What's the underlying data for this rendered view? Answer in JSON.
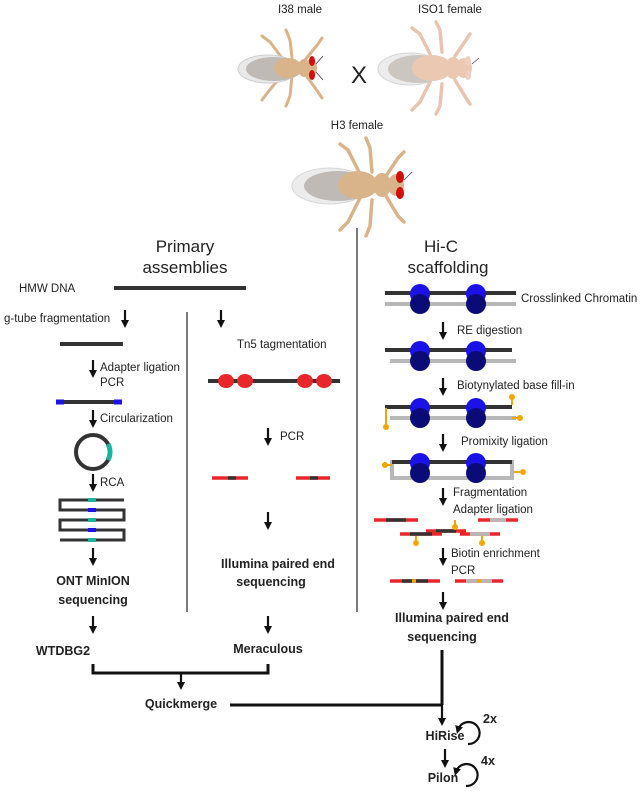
{
  "cross": {
    "parent1": "I38 male",
    "parent2": "ISO1 female",
    "times": "X",
    "offspring": "H3 female"
  },
  "primary": {
    "title_line1": "Primary",
    "title_line2": "assemblies",
    "hmw_dna": "HMW DNA",
    "ont_steps": {
      "gtube": "g-tube fragmentation",
      "adapter": "Adapter ligation",
      "pcr": "PCR",
      "circ": "Circularization",
      "rca": "RCA",
      "seq1": "ONT MinION",
      "seq2": "sequencing",
      "assembler": "WTDBG2"
    },
    "illumina_steps": {
      "tn5": "Tn5 tagmentation",
      "pcr": "PCR",
      "seq1": "Illumina paired end",
      "seq2": "sequencing",
      "assembler": "Meraculous"
    },
    "merge": "Quickmerge"
  },
  "hic": {
    "title_line1": "Hi-C",
    "title_line2": "scaffolding",
    "crosslinked": "Crosslinked Chromatin",
    "re": "RE digestion",
    "biotin_fill": "Biotynylated base fill-in",
    "proximity": "Promixity ligation",
    "fragmentation": "Fragmentation",
    "adapter": "Adapter ligation",
    "enrich": "Biotin enrichment",
    "pcr": "PCR",
    "seq1": "Illumina paired end",
    "seq2": "sequencing"
  },
  "scaffold": {
    "hirise": "HiRise",
    "hirise_iter": "2x",
    "pilon": "Pilon",
    "pilon_iter": "4x"
  },
  "colors": {
    "nucleosome": "#1a12e6",
    "nucleosome_dark": "#0b0b78",
    "biotin": "#f0a800",
    "adapter": "#e8262b",
    "fly_body": "#d9b48a",
    "fly_eye": "#d40c0c"
  }
}
